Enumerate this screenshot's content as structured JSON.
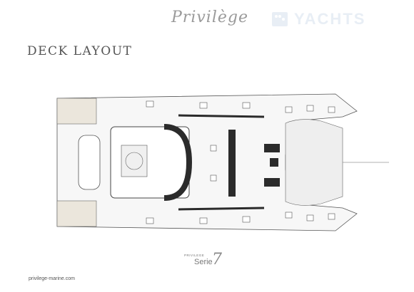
{
  "brand": {
    "privilege_logo": "Privilège",
    "yachts_logo": "YACHTS"
  },
  "page": {
    "title": "DECK LAYOUT"
  },
  "series": {
    "small": "PRIVILEGE",
    "name": "Serie",
    "number": "7"
  },
  "footer": {
    "website": "privilege-marine.com"
  },
  "colors": {
    "text": "#555555",
    "hull_dark": "#2b2b2b",
    "hull_light": "#f4f4f4",
    "accent": "#e8eef5"
  },
  "icons": {
    "yachts_logo_mark": "square-dots-icon"
  }
}
